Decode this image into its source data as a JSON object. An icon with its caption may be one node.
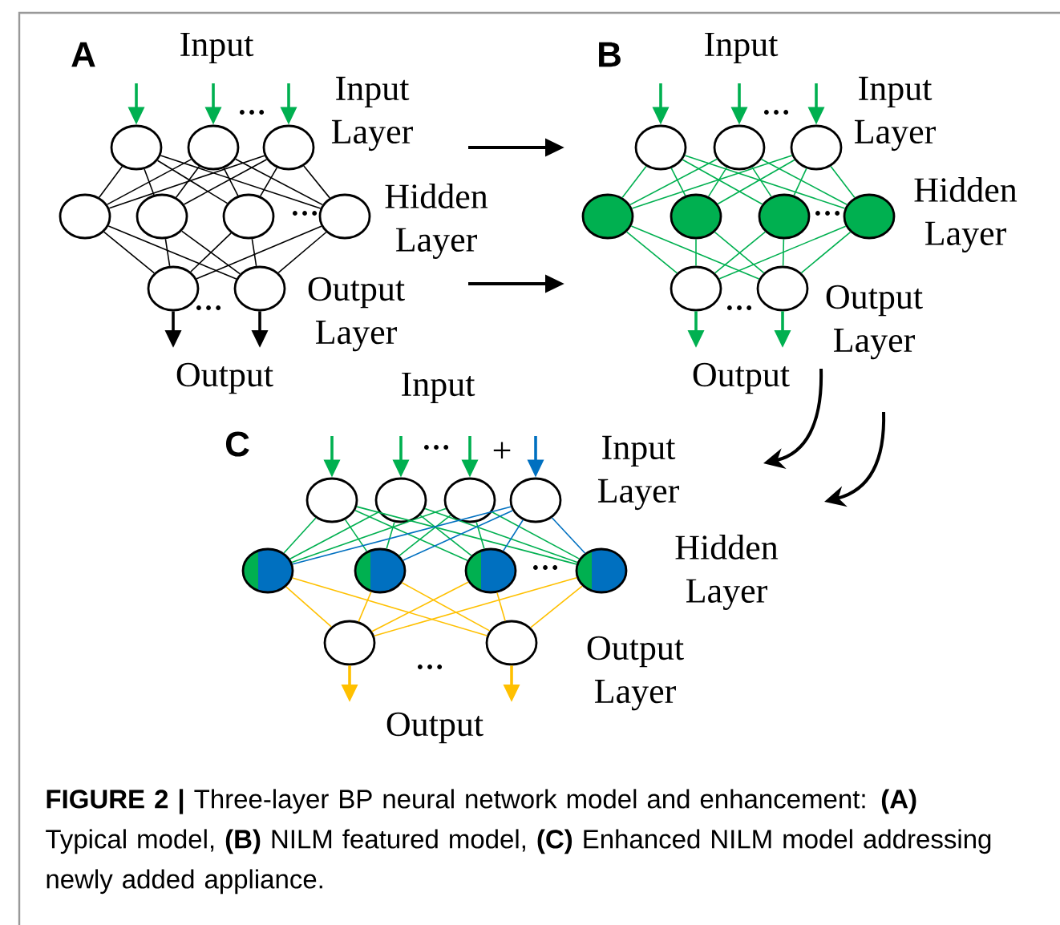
{
  "diagram": {
    "caption": "**FIGURE 2 |** Three-layer BP neural network model and enhancement: **(A)** Typical model, **(B)** NILM featured model, **(C)** Enhanced NILM model addressing newly added appliance.",
    "nodes": [
      {
        "text": [],
        "shape": "circle"
      },
      {
        "text": [],
        "shape": "circle"
      },
      {
        "text": [],
        "shape": "circle"
      },
      {
        "text": [],
        "shape": "circle"
      },
      {
        "text": [],
        "shape": "circle"
      },
      {
        "text": [],
        "shape": "circle"
      },
      {
        "text": [],
        "shape": "circle"
      },
      {
        "text": [],
        "shape": "circle"
      },
      {
        "text": [],
        "shape": "circle"
      },
      {
        "text": [],
        "shape": "circle"
      },
      {
        "text": [],
        "shape": "circle"
      },
      {
        "text": [],
        "shape": "circle"
      },
      {
        "text": [],
        "shape": "circle"
      },
      {
        "text": [],
        "shape": "circle"
      },
      {
        "text": [],
        "shape": "circle"
      },
      {
        "text": [],
        "shape": "circle"
      },
      {
        "text": [],
        "shape": "circle"
      },
      {
        "text": [],
        "shape": "circle"
      },
      {
        "text": [],
        "shape": "circle"
      },
      {
        "text": [],
        "shape": "circle"
      },
      {
        "text": [],
        "shape": "circle"
      },
      {
        "text": [],
        "shape": "circle"
      },
      {
        "text": [],
        "shape": "circle"
      },
      {
        "text": [],
        "shape": "circle"
      },
      {
        "text": [],
        "shape": "circle"
      },
      {
        "text": [],
        "shape": "circle"
      },
      {
        "text": [],
        "shape": "circle"
      },
      {
        "text": [],
        "shape": "circle"
      }
    ],
    "edges": [
      {
        "from": 0,
        "to": 3,
        "arrow": "none",
        "color": "#000000"
      },
      {
        "from": 0,
        "to": 4,
        "arrow": "none",
        "color": "#000000"
      },
      {
        "from": 0,
        "to": 5,
        "arrow": "none",
        "color": "#000000"
      },
      {
        "from": 0,
        "to": 6,
        "arrow": "none",
        "color": "#000000"
      },
      {
        "from": 1,
        "to": 3,
        "arrow": "none",
        "color": "#000000"
      },
      {
        "from": 1,
        "to": 4,
        "arrow": "none",
        "color": "#000000"
      },
      {
        "from": 1,
        "to": 5,
        "arrow": "none",
        "color": "#000000"
      },
      {
        "from": 1,
        "to": 6,
        "arrow": "none",
        "color": "#000000"
      },
      {
        "from": 2,
        "to": 3,
        "arrow": "none",
        "color": "#000000"
      },
      {
        "from": 2,
        "to": 4,
        "arrow": "none",
        "color": "#000000"
      },
      {
        "from": 2,
        "to": 5,
        "arrow": "none",
        "color": "#000000"
      },
      {
        "from": 2,
        "to": 6,
        "arrow": "none",
        "color": "#000000"
      },
      {
        "from": 3,
        "to": 7,
        "arrow": "none",
        "color": "#000000"
      },
      {
        "from": 3,
        "to": 8,
        "arrow": "none",
        "color": "#000000"
      },
      {
        "from": 4,
        "to": 7,
        "arrow": "none",
        "color": "#000000"
      },
      {
        "from": 4,
        "to": 8,
        "arrow": "none",
        "color": "#000000"
      },
      {
        "from": 5,
        "to": 7,
        "arrow": "none",
        "color": "#000000"
      },
      {
        "from": 5,
        "to": 8,
        "arrow": "none",
        "color": "#000000"
      },
      {
        "from": 6,
        "to": 7,
        "arrow": "none",
        "color": "#000000"
      },
      {
        "from": 6,
        "to": 8,
        "arrow": "none",
        "color": "#000000"
      },
      {
        "from": null,
        "to": 0,
        "arrow": "to"
      },
      {
        "from": null,
        "to": 1,
        "arrow": "to"
      },
      {
        "from": null,
        "to": 2,
        "arrow": "to"
      },
      {
        "from": 7,
        "to": null,
        "arrow": "to",
        "color": "#000000"
      },
      {
        "from": 8,
        "to": null,
        "arrow": "to",
        "color": "#000000"
      },
      {
        "from": 9,
        "to": 12,
        "arrow": "none"
      },
      {
        "from": 9,
        "to": 13,
        "arrow": "none"
      },
      {
        "from": 9,
        "to": 14,
        "arrow": "none"
      },
      {
        "from": 9,
        "to": 15,
        "arrow": "none"
      },
      {
        "from": 10,
        "to": 12,
        "arrow": "none"
      },
      {
        "from": 10,
        "to": 13,
        "arrow": "none"
      },
      {
        "from": 10,
        "to": 14,
        "arrow": "none"
      },
      {
        "from": 10,
        "to": 15,
        "arrow": "none"
      },
      {
        "from": 11,
        "to": 12,
        "arrow": "none"
      },
      {
        "from": 11,
        "to": 13,
        "arrow": "none"
      },
      {
        "from": 11,
        "to": 14,
        "arrow": "none"
      },
      {
        "from": 11,
        "to": 15,
        "arrow": "none"
      },
      {
        "from": 12,
        "to": 16,
        "arrow": "none"
      },
      {
        "from": 12,
        "to": 17,
        "arrow": "none"
      },
      {
        "from": 13,
        "to": 16,
        "arrow": "none"
      },
      {
        "from": 13,
        "to": 17,
        "arrow": "none"
      },
      {
        "from": 14,
        "to": 16,
        "arrow": "none"
      },
      {
        "from": 14,
        "to": 17,
        "arrow": "none"
      },
      {
        "from": 15,
        "to": 16,
        "arrow": "none"
      },
      {
        "from": 15,
        "to": 17,
        "arrow": "none"
      },
      {
        "from": null,
        "to": 9,
        "arrow": "to"
      },
      {
        "from": null,
        "to": 10,
        "arrow": "to"
      },
      {
        "from": null,
        "to": 11,
        "arrow": "to"
      },
      {
        "from": 16,
        "to": null,
        "arrow": "to"
      },
      {
        "from": 17,
        "to": null,
        "arrow": "to"
      },
      {
        "from": 18,
        "to": 22,
        "arrow": "none"
      },
      {
        "from": 18,
        "to": 23,
        "arrow": "none"
      },
      {
        "from": 18,
        "to": 24,
        "arrow": "none"
      },
      {
        "from": 18,
        "to": 25,
        "arrow": "none"
      },
      {
        "from": 19,
        "to": 22,
        "arrow": "none"
      },
      {
        "from": 19,
        "to": 23,
        "arrow": "none"
      },
      {
        "from": 19,
        "to": 24,
        "arrow": "none"
      },
      {
        "from": 19,
        "to": 25,
        "arrow": "none"
      },
      {
        "from": 20,
        "to": 22,
        "arrow": "none"
      },
      {
        "from": 20,
        "to": 23,
        "arrow": "none"
      },
      {
        "from": 20,
        "to": 24,
        "arrow": "none"
      },
      {
        "from": 20,
        "to": 25,
        "arrow": "none"
      },
      {
        "from": 21,
        "to": 22,
        "arrow": "none",
        "color": "#0070c0"
      },
      {
        "from": 21,
        "to": 23,
        "arrow": "none",
        "color": "#0070c0"
      },
      {
        "from": 21,
        "to": 24,
        "arrow": "none",
        "color": "#0070c0"
      },
      {
        "from": 21,
        "to": 25,
        "arrow": "none",
        "color": "#0070c0"
      },
      {
        "from": 22,
        "to": 26,
        "arrow": "none",
        "color": "#ffc000"
      },
      {
        "from": 22,
        "to": 27,
        "arrow": "none",
        "color": "#ffc000"
      },
      {
        "from": 23,
        "to": 26,
        "arrow": "none",
        "color": "#ffc000"
      },
      {
        "from": 23,
        "to": 27,
        "arrow": "none",
        "color": "#ffc000"
      },
      {
        "from": 24,
        "to": 26,
        "arrow": "none",
        "color": "#ffc000"
      },
      {
        "from": 24,
        "to": 27,
        "arrow": "none",
        "color": "#ffc000"
      },
      {
        "from": 25,
        "to": 26,
        "arrow": "none",
        "color": "#ffc000"
      },
      {
        "from": 25,
        "to": 27,
        "arrow": "none",
        "color": "#ffc000"
      },
      {
        "from": null,
        "to": 18,
        "arrow": "to"
      },
      {
        "from": null,
        "to": 19,
        "arrow": "to"
      },
      {
        "from": null,
        "to": 20,
        "arrow": "to"
      },
      {
        "from": null,
        "to": 21,
        "arrow": "to",
        "color": "#0070c0"
      },
      {
        "from": 26,
        "to": null,
        "arrow": "to",
        "color": "#ffc000"
      },
      {
        "from": 27,
        "to": null,
        "arrow": "to",
        "color": "#ffc000"
      }
    ],
    "labels": [
      "A",
      "Input",
      "Input Layer",
      "…",
      "Hidden Layer",
      "…",
      "Output Layer",
      "…",
      "Output",
      "B",
      "Input",
      "Input Layer",
      "…",
      "Hidden Layer",
      "…",
      "Output Layer",
      "…",
      "Output",
      "C",
      "Input",
      "…",
      "+",
      "Input Layer",
      "Hidden Layer",
      "…",
      "Output Layer",
      "…",
      "Output"
    ]
  }
}
